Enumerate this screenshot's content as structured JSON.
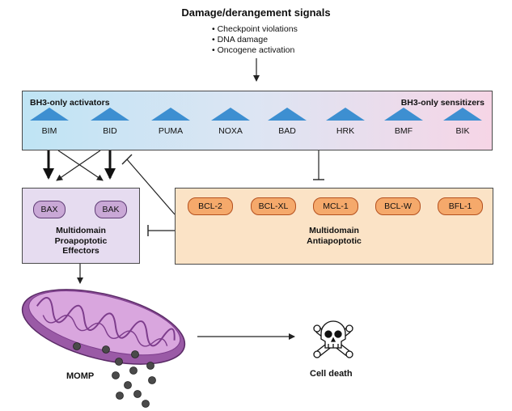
{
  "signals": {
    "title": "Damage/derangement signals",
    "items": [
      "Checkpoint violations",
      "DNA damage",
      "Oncogene activation"
    ]
  },
  "bh3": {
    "activators_label": "BH3-only activators",
    "sensitizers_label": "BH3-only sensitizers",
    "proteins": [
      "BIM",
      "BID",
      "PUMA",
      "NOXA",
      "BAD",
      "HRK",
      "BMF",
      "BIK"
    ]
  },
  "proapoptotic": {
    "proteins": [
      "BAX",
      "BAK"
    ],
    "label_lines": [
      "Multidomain",
      "Proapoptotic",
      "Effectors"
    ]
  },
  "antiapoptotic": {
    "proteins": [
      "BCL-2",
      "BCL-XL",
      "MCL-1",
      "BCL-W",
      "BFL-1"
    ],
    "label_lines": [
      "Multidomain",
      "Antiapoptotic"
    ]
  },
  "outcomes": {
    "momp": "MOMP",
    "death": "Cell death"
  },
  "colors": {
    "triangle": "#3d8fd1",
    "pro_box": "#e6dcf0",
    "pro_pill": "#c9a8d6",
    "anti_box": "#fbe3c6",
    "anti_pill": "#f5a96b",
    "mitochondrion": "#b374bd"
  },
  "icons": {
    "mitochondrion": "mitochondrion-icon",
    "skull": "skull-crossbones-icon"
  }
}
